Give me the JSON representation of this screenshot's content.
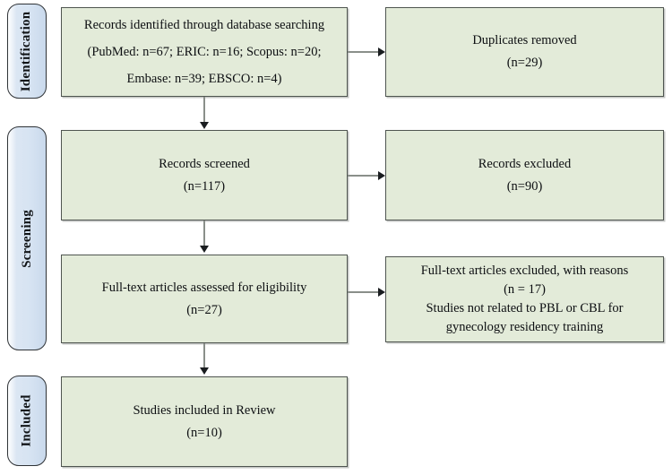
{
  "diagram": {
    "type": "prisma-flow-diagram",
    "colors": {
      "box_fill": "#e3ebd9",
      "box_border": "#4f5550",
      "pill_fill": "#d6e3f2",
      "pill_border": "#2f3337",
      "connector": "#8a8f8a",
      "arrowhead": "#1a1d20",
      "text": "#0d0f12"
    },
    "stages": [
      {
        "id": "identification",
        "label": "Identification"
      },
      {
        "id": "screening",
        "label": "Screening"
      },
      {
        "id": "included",
        "label": "Included"
      }
    ],
    "main_boxes": [
      {
        "id": "records-identified",
        "lines": [
          "Records identified through database searching",
          "(PubMed: n=67; ERIC: n=16; Scopus: n=20;",
          "Embase: n=39; EBSCO: n=4)"
        ]
      },
      {
        "id": "records-screened",
        "lines": [
          "Records screened",
          "(n=117)"
        ]
      },
      {
        "id": "fulltext-assessed",
        "lines": [
          "Full-text articles assessed for eligibility",
          "(n=27)"
        ]
      },
      {
        "id": "studies-included",
        "lines": [
          "Studies included in Review",
          "(n=10)"
        ]
      }
    ],
    "side_boxes": [
      {
        "id": "duplicates-removed",
        "lines": [
          "Duplicates removed",
          "(n=29)"
        ]
      },
      {
        "id": "records-excluded",
        "lines": [
          "Records excluded",
          "(n=90)"
        ]
      },
      {
        "id": "fulltext-excluded",
        "lines": [
          "Full-text articles excluded, with reasons",
          "(n = 17)",
          "Studies not related to PBL or CBL for",
          "gynecology residency training"
        ]
      }
    ]
  }
}
